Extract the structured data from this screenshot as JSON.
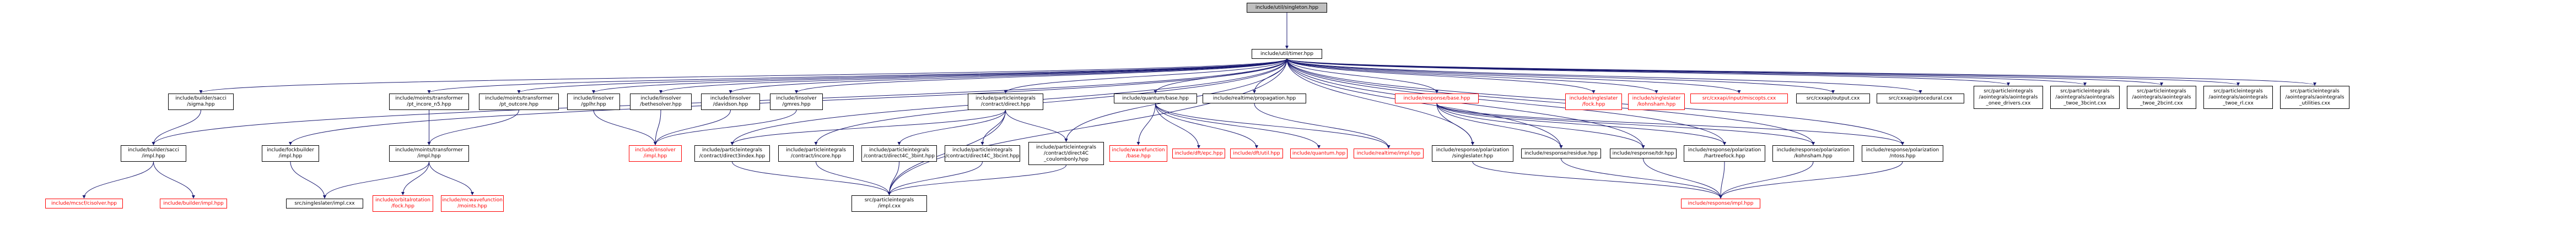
{
  "colors": {
    "edge": "#191970",
    "node_border": "#000000",
    "missing_node_border": "#ff0000",
    "root_fill": "#bfbfbf",
    "background": "#ffffff"
  },
  "nodes": {
    "n0": {
      "lines": [
        "include/util/singleton.hpp"
      ],
      "style": "root"
    },
    "n1": {
      "lines": [
        "include/util/timer.hpp"
      ],
      "style": "normal"
    },
    "n2": {
      "lines": [
        "include/builder/sacci",
        "/sigma.hpp"
      ],
      "style": "normal"
    },
    "n3": {
      "lines": [
        "include/moints/transformer",
        "/pt_incore_n5.hpp"
      ],
      "style": "normal"
    },
    "n4": {
      "lines": [
        "include/moints/transformer",
        "/pt_outcore.hpp"
      ],
      "style": "normal"
    },
    "n5": {
      "lines": [
        "include/linsolver",
        "/gplhr.hpp"
      ],
      "style": "normal"
    },
    "n6": {
      "lines": [
        "include/linsolver",
        "/bethesolver.hpp"
      ],
      "style": "normal"
    },
    "n7": {
      "lines": [
        "include/linsolver",
        "/davidson.hpp"
      ],
      "style": "normal"
    },
    "n8": {
      "lines": [
        "include/linsolver",
        "/gmres.hpp"
      ],
      "style": "normal"
    },
    "n9": {
      "lines": [
        "include/particleintegrals",
        "/contract/direct.hpp"
      ],
      "style": "normal"
    },
    "n10": {
      "lines": [
        "include/quantum/base.hpp"
      ],
      "style": "normal"
    },
    "n11": {
      "lines": [
        "include/realtime/propagation.hpp"
      ],
      "style": "normal"
    },
    "n12": {
      "lines": [
        "include/response/base.hpp"
      ],
      "style": "red"
    },
    "n13": {
      "lines": [
        "include/singleslater",
        "/fock.hpp"
      ],
      "style": "red"
    },
    "n14": {
      "lines": [
        "include/singleslater",
        "/kohnsham.hpp"
      ],
      "style": "red"
    },
    "n15": {
      "lines": [
        "src/cxxapi/input/miscopts.cxx"
      ],
      "style": "red"
    },
    "n16": {
      "lines": [
        "src/cxxapi/output.cxx"
      ],
      "style": "normal"
    },
    "n17": {
      "lines": [
        "src/cxxapi/procedural.cxx"
      ],
      "style": "normal"
    },
    "n18": {
      "lines": [
        "src/particleintegrals",
        "/aointegrals/aointegrals",
        "_onee_drivers.cxx"
      ],
      "style": "normal"
    },
    "n19": {
      "lines": [
        "src/particleintegrals",
        "/aointegrals/aointegrals",
        "_twoe_3bcint.cxx"
      ],
      "style": "normal"
    },
    "n20": {
      "lines": [
        "src/particleintegrals",
        "/aointegrals/aointegrals",
        "_twoe_2bcint.cxx"
      ],
      "style": "normal"
    },
    "n21": {
      "lines": [
        "src/particleintegrals",
        "/aointegrals/aointegrals",
        "_twoe_rl.cxx"
      ],
      "style": "normal"
    },
    "n22": {
      "lines": [
        "src/particleintegrals",
        "/aointegrals/aointegrals",
        "_utilities.cxx"
      ],
      "style": "normal"
    },
    "n23": {
      "lines": [
        "include/builder/sacci",
        "/impl.hpp"
      ],
      "style": "normal"
    },
    "n24": {
      "lines": [
        "include/fockbuilder",
        "/impl.hpp"
      ],
      "style": "normal"
    },
    "n25": {
      "lines": [
        "include/moints/transformer",
        "/impl.hpp"
      ],
      "style": "normal"
    },
    "n26": {
      "lines": [
        "include/linsolver",
        "/impl.hpp"
      ],
      "style": "red"
    },
    "n27": {
      "lines": [
        "include/particleintegrals",
        "/contract/direct3index.hpp"
      ],
      "style": "normal"
    },
    "n28": {
      "lines": [
        "include/particleintegrals",
        "/contract/incore.hpp"
      ],
      "style": "normal"
    },
    "n29": {
      "lines": [
        "include/particleintegrals",
        "/contract/direct4C_3bint.hpp"
      ],
      "style": "normal"
    },
    "n30": {
      "lines": [
        "include/particleintegrals",
        "/contract/direct4C_3bcint.hpp"
      ],
      "style": "normal"
    },
    "n31": {
      "lines": [
        "include/particleintegrals",
        "/contract/direct4C",
        "_coulombonly.hpp"
      ],
      "style": "normal"
    },
    "n32": {
      "lines": [
        "include/wavefunction",
        "/base.hpp"
      ],
      "style": "red"
    },
    "n33": {
      "lines": [
        "include/dft/epc.hpp"
      ],
      "style": "red"
    },
    "n34": {
      "lines": [
        "include/dft/util.hpp"
      ],
      "style": "red"
    },
    "n35": {
      "lines": [
        "include/quantum.hpp"
      ],
      "style": "red"
    },
    "n36": {
      "lines": [
        "include/realtime/impl.hpp"
      ],
      "style": "red"
    },
    "n37": {
      "lines": [
        "include/response/polarization",
        "/singleslater.hpp"
      ],
      "style": "normal"
    },
    "n38": {
      "lines": [
        "include/response/residue.hpp"
      ],
      "style": "normal"
    },
    "n39": {
      "lines": [
        "include/response/tdr.hpp"
      ],
      "style": "normal"
    },
    "n40": {
      "lines": [
        "include/response/polarization",
        "/hartreefock.hpp"
      ],
      "style": "normal"
    },
    "n41": {
      "lines": [
        "include/response/polarization",
        "/kohnsham.hpp"
      ],
      "style": "normal"
    },
    "n42": {
      "lines": [
        "include/response/polarization",
        "/ntoss.hpp"
      ],
      "style": "normal"
    },
    "n43": {
      "lines": [
        "include/mcscf/cisolver.hpp"
      ],
      "style": "red"
    },
    "n44": {
      "lines": [
        "include/builder/impl.hpp"
      ],
      "style": "red"
    },
    "n45": {
      "lines": [
        "src/singleslater/impl.cxx"
      ],
      "style": "normal"
    },
    "n46": {
      "lines": [
        "include/orbitalrotation",
        "/fock.hpp"
      ],
      "style": "red"
    },
    "n47": {
      "lines": [
        "include/mcwavefunction",
        "/moints.hpp"
      ],
      "style": "red"
    },
    "n48": {
      "lines": [
        "src/particleintegrals",
        "/impl.cxx"
      ],
      "style": "normal"
    },
    "n49": {
      "lines": [
        "include/response/impl.hpp"
      ],
      "style": "red"
    }
  },
  "edges": [
    [
      "n0",
      "n1"
    ],
    [
      "n1",
      "n2"
    ],
    [
      "n1",
      "n3"
    ],
    [
      "n1",
      "n4"
    ],
    [
      "n1",
      "n5"
    ],
    [
      "n1",
      "n6"
    ],
    [
      "n1",
      "n7"
    ],
    [
      "n1",
      "n8"
    ],
    [
      "n1",
      "n9"
    ],
    [
      "n1",
      "n10"
    ],
    [
      "n1",
      "n11"
    ],
    [
      "n1",
      "n12"
    ],
    [
      "n1",
      "n13"
    ],
    [
      "n1",
      "n14"
    ],
    [
      "n1",
      "n15"
    ],
    [
      "n1",
      "n16"
    ],
    [
      "n1",
      "n17"
    ],
    [
      "n1",
      "n18"
    ],
    [
      "n1",
      "n19"
    ],
    [
      "n1",
      "n20"
    ],
    [
      "n1",
      "n21"
    ],
    [
      "n1",
      "n22"
    ],
    [
      "n1",
      "n23"
    ],
    [
      "n1",
      "n24"
    ],
    [
      "n1",
      "n27"
    ],
    [
      "n1",
      "n28"
    ],
    [
      "n1",
      "n31"
    ],
    [
      "n1",
      "n37"
    ],
    [
      "n1",
      "n38"
    ],
    [
      "n1",
      "n39"
    ],
    [
      "n1",
      "n40"
    ],
    [
      "n1",
      "n41"
    ],
    [
      "n1",
      "n42"
    ],
    [
      "n2",
      "n23"
    ],
    [
      "n3",
      "n25"
    ],
    [
      "n4",
      "n25"
    ],
    [
      "n5",
      "n26"
    ],
    [
      "n6",
      "n26"
    ],
    [
      "n7",
      "n26"
    ],
    [
      "n8",
      "n26"
    ],
    [
      "n9",
      "n27"
    ],
    [
      "n9",
      "n29"
    ],
    [
      "n9",
      "n30"
    ],
    [
      "n9",
      "n31"
    ],
    [
      "n10",
      "n32"
    ],
    [
      "n10",
      "n33"
    ],
    [
      "n10",
      "n34"
    ],
    [
      "n10",
      "n35"
    ],
    [
      "n10",
      "n36"
    ],
    [
      "n11",
      "n36"
    ],
    [
      "n12",
      "n37"
    ],
    [
      "n12",
      "n38"
    ],
    [
      "n12",
      "n39"
    ],
    [
      "n12",
      "n40"
    ],
    [
      "n12",
      "n41"
    ],
    [
      "n12",
      "n42"
    ],
    [
      "n23",
      "n43"
    ],
    [
      "n23",
      "n44"
    ],
    [
      "n24",
      "n45"
    ],
    [
      "n25",
      "n45"
    ],
    [
      "n25",
      "n46"
    ],
    [
      "n25",
      "n47"
    ],
    [
      "n27",
      "n48"
    ],
    [
      "n28",
      "n48"
    ],
    [
      "n29",
      "n48"
    ],
    [
      "n30",
      "n48"
    ],
    [
      "n31",
      "n48"
    ],
    [
      "n9",
      "n48"
    ],
    [
      "n1",
      "n48"
    ],
    [
      "n37",
      "n49"
    ],
    [
      "n38",
      "n49"
    ],
    [
      "n39",
      "n49"
    ],
    [
      "n40",
      "n49"
    ],
    [
      "n41",
      "n49"
    ],
    [
      "n42",
      "n49"
    ]
  ]
}
